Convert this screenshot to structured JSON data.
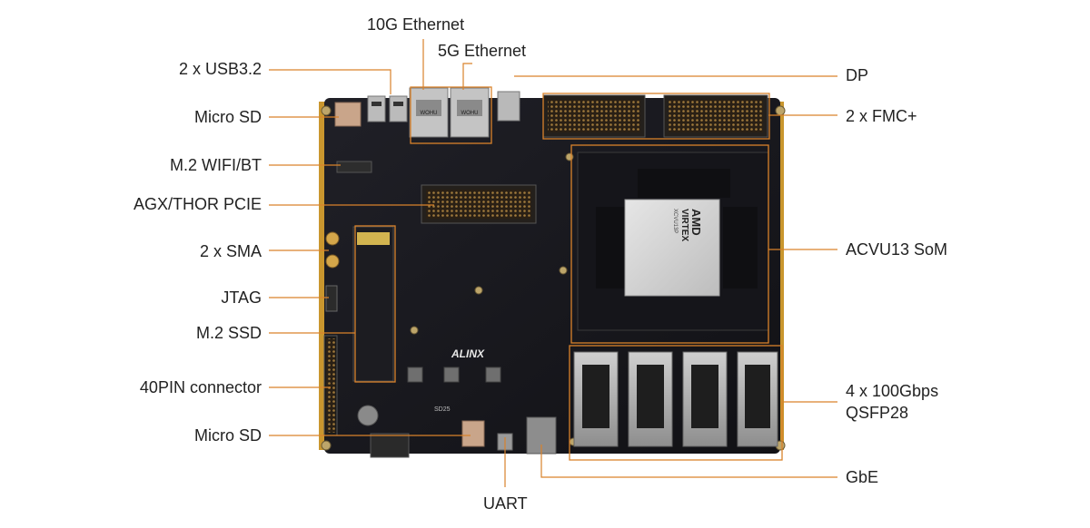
{
  "labels": {
    "ten_g_ethernet": "10G Ethernet",
    "five_g_ethernet": "5G Ethernet",
    "usb": "2 x USB3.2",
    "micro_sd_top": "Micro SD",
    "m2_wifi_bt": "M.2 WIFI/BT",
    "agx_thor_pcie": "AGX/THOR PCIE",
    "sma": "2 x SMA",
    "jtag": "JTAG",
    "m2_ssd": "M.2 SSD",
    "pin40": "40PIN connector",
    "micro_sd_bottom": "Micro SD",
    "uart": "UART",
    "dp": "DP",
    "fmc": "2 x FMC+",
    "som": "ACVU13 SoM",
    "qsfp_line1": "4 x 100Gbps",
    "qsfp_line2": "QSFP28",
    "gbe": "GbE"
  },
  "board": {
    "logo_text": "ALINX",
    "chip_brand": "AMD",
    "chip_family": "VIRTEX",
    "chip_model": "XCVU13P",
    "rj45_brand": "WOHU",
    "board_id": "SD25"
  },
  "colors": {
    "leader_line": "#d9822b",
    "pcb": "#17171c",
    "gold_edge": "#c9962e",
    "label_text": "#222222"
  }
}
